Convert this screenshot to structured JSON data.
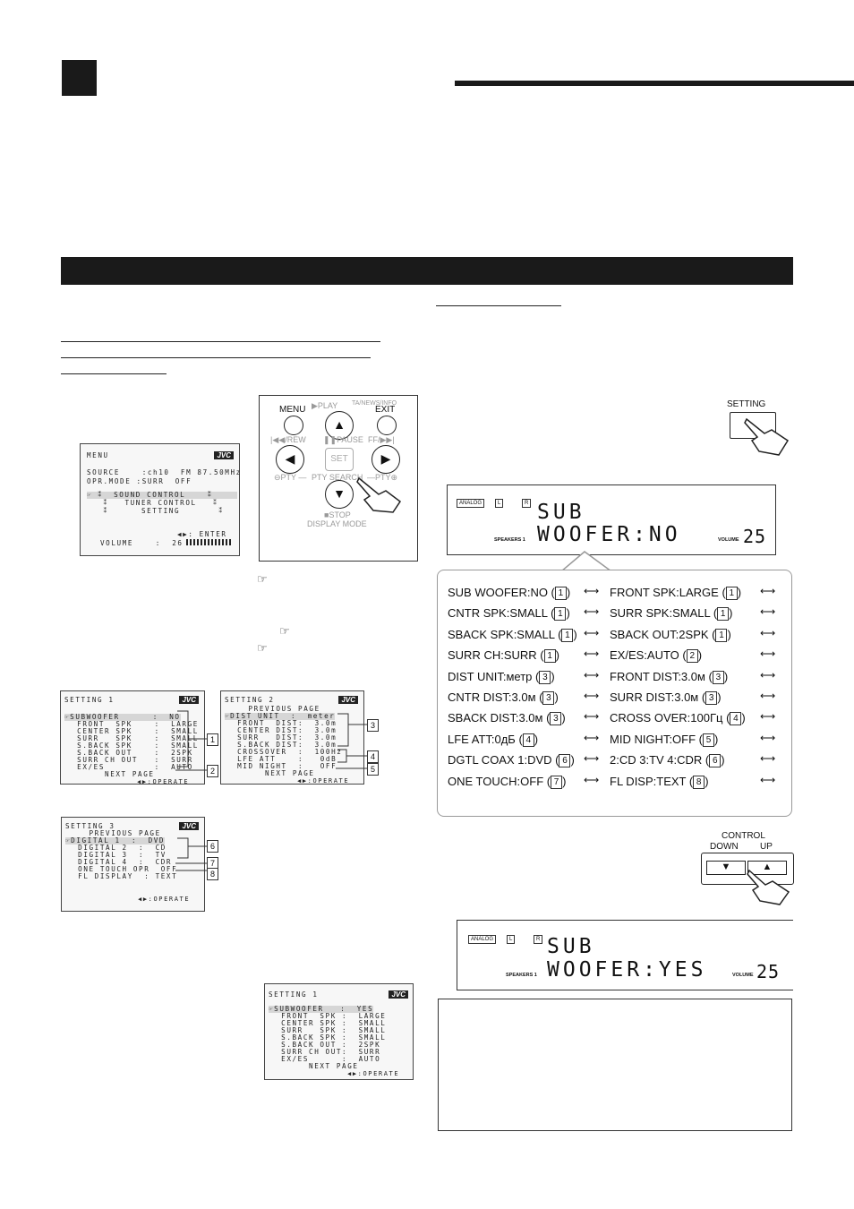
{
  "remote": {
    "menu": "MENU",
    "exit": "EXIT",
    "play": "PLAY",
    "ta_news_info": "TA/NEWS/INFO",
    "rew": "/REW",
    "pause": "PAUSE",
    "ff": "FF/",
    "set": "SET",
    "pty_minus": "PTY",
    "pty_search": "PTY SEARCH",
    "pty_plus": "PTY",
    "stop": "STOP",
    "display_mode": "DISPLAY MODE"
  },
  "menu_osd": {
    "title": "MENU",
    "brand": "JVC",
    "source": "SOURCE    :ch10  FM 87.50MHz",
    "opr_mode": "OPR.MODE :SURR  OFF",
    "sound_control": "SOUND CONTROL",
    "tuner_control": "TUNER CONTROL",
    "setting": "SETTING",
    "enter": "◀▶: ENTER",
    "volume": "VOLUME    :  26"
  },
  "setting1_osd": {
    "title": "SETTING 1",
    "brand": "JVC",
    "rows": [
      "SUBWOOFER      :  NO",
      " FRONT  SPK    :  LARGE",
      " CENTER SPK    :  SMALL",
      " SURR   SPK    :  SMALL",
      " S.BACK SPK    :  SMALL",
      " S.BACK OUT    :  2SPK",
      " SURR CH OUT   :  SURR",
      " EX/ES         :  AUTO",
      "      NEXT PAGE"
    ],
    "footer": "◀▶:OPERATE"
  },
  "setting2_osd": {
    "title": "SETTING 2",
    "brand": "JVC",
    "rows": [
      "   PREVIOUS PAGE",
      "DIST UNIT  :  meter",
      " FRONT  DIST:  3.0m",
      " CENTER DIST:  3.0m",
      " SURR   DIST:  3.0m",
      " S.BACK DIST:  3.0m",
      " CROSSOVER  :  100Hz",
      " LFE ATT    :   0dB",
      " MID NIGHT  :   OFF",
      "      NEXT PAGE"
    ],
    "footer": "◀▶:OPERATE"
  },
  "setting3_osd": {
    "title": "SETTING 3",
    "brand": "JVC",
    "rows": [
      "   PREVIOUS PAGE",
      "DIGITAL 1  :  DVD",
      " DIGITAL 2  :  CD",
      " DIGITAL 3  :  TV",
      " DIGITAL 4  :  CDR",
      " ONE TOUCH OPR  OFF",
      " FL DISPLAY  : TEXT"
    ],
    "footer": "◀▶:OPERATE"
  },
  "setting1b_osd": {
    "title": "SETTING 1",
    "brand": "JVC",
    "rows": [
      "SUBWOOFER   :  YES",
      " FRONT  SPK :  LARGE",
      " CENTER SPK :  SMALL",
      " SURR   SPK :  SMALL",
      " S.BACK SPK :  SMALL",
      " S.BACK OUT :  2SPK",
      " SURR CH OUT:  SURR",
      " EX/ES      :  AUTO",
      "      NEXT PAGE"
    ],
    "footer": "◀▶:OPERATE"
  },
  "callouts": [
    "1",
    "2",
    "3",
    "4",
    "5",
    "6",
    "7",
    "8"
  ],
  "setting_button": "SETTING",
  "display1": {
    "analog": "ANALOG",
    "l": "L",
    "r": "R",
    "line1": "SUB",
    "line2": "WOOFER:NO",
    "speakers": "SPEAKERS 1",
    "volume_label": "VOLUME",
    "volume": "25"
  },
  "flow": [
    {
      "left": "SUB WOOFER:NO (",
      "lnum": "1",
      "right": "FRONT SPK:LARGE (",
      "rnum": "1"
    },
    {
      "left": "CNTR SPK:SMALL (",
      "lnum": "1",
      "right": "SURR SPK:SMALL (",
      "rnum": "1"
    },
    {
      "left": "SBACK SPK:SMALL (",
      "lnum": "1",
      "right": "SBACK OUT:2SPK (",
      "rnum": "1"
    },
    {
      "left": "SURR CH:SURR (",
      "lnum": "1",
      "right": "EX/ES:AUTO (",
      "rnum": "2"
    },
    {
      "left": "DIST UNIT:метр (",
      "lnum": "3",
      "right": "FRONT DIST:3.0м (",
      "rnum": "3"
    },
    {
      "left": "CNTR DIST:3.0м (",
      "lnum": "3",
      "right": "SURR DIST:3.0м (",
      "rnum": "3"
    },
    {
      "left": "SBACK DIST:3.0м (",
      "lnum": "3",
      "right": "CROSS OVER:100Гц (",
      "rnum": "4"
    },
    {
      "left": "LFE ATT:0дБ (",
      "lnum": "4",
      "right": "MID NIGHT:OFF (",
      "rnum": "5"
    },
    {
      "left": "DGTL COAX 1:DVD (",
      "lnum": "6",
      "right": "2:CD 3:TV 4:CDR (",
      "rnum": "6"
    },
    {
      "left": "ONE TOUCH:OFF (",
      "lnum": "7",
      "right": "FL DISP:TEXT (",
      "rnum": "8"
    }
  ],
  "control": {
    "label": "CONTROL",
    "down": "DOWN",
    "up": "UP",
    "down_glyph": "▼",
    "up_glyph": "▲"
  },
  "display2": {
    "analog": "ANALOG",
    "l": "L",
    "r": "R",
    "line1": "SUB",
    "line2": "WOOFER:YES",
    "speakers": "SPEAKERS 1",
    "volume_label": "VOLUME",
    "volume": "25"
  }
}
